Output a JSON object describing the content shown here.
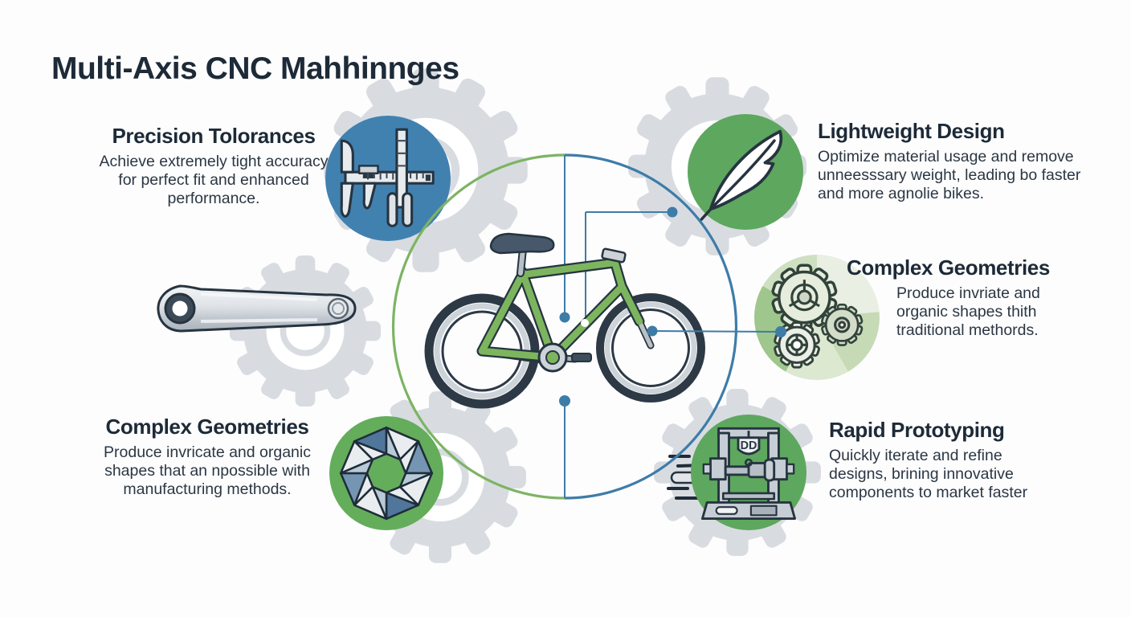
{
  "title": "Multi-Axis CNC Mahhinnges",
  "features": [
    {
      "id": "precision-tolerances",
      "title": "Precision Tolorances",
      "body": "Achieve extremely tight accuracy for perfect fit and enhanced performance.",
      "icon": "caliper-icon"
    },
    {
      "id": "lightweight-design",
      "title": "Lightweight Design",
      "body": "Optimize material usage and remove unneesssary weight, leading bo faster and more agnolie bikes.",
      "icon": "feather-icon"
    },
    {
      "id": "complex-geometries-right",
      "title": "Complex Geometries",
      "body": "Produce invriate and organic shapes thith traditional methords.",
      "icon": "gears-icon"
    },
    {
      "id": "complex-geometries-left",
      "title": "Complex Geometries",
      "body": "Produce invricate and organic shapes that an npossible with manufacturing methods.",
      "icon": "polyhedron-icon"
    },
    {
      "id": "rapid-prototyping",
      "title": "Rapid Prototyping",
      "body": "Quickly iterate and refine designs, brining innovative components to market faster",
      "icon": "printer-3d-icon",
      "icon_text": "DD"
    }
  ],
  "center_illustration": "green-bicycle-in-split-ring",
  "colors": {
    "heading": "#1d2a37",
    "body_text": "#2b3743",
    "accent_blue": "#3e7ca8",
    "accent_green": "#7db463",
    "circle_blue": "#4181b0",
    "circle_green": "#5ea75f",
    "circle_green_alt": "#64ad5b",
    "gear_gray": "#d8dce1",
    "bike_green": "#7cb55e",
    "outline_dark": "#263440",
    "metal_light": "#e8ebee",
    "metal_mid": "#b9c1c8"
  }
}
